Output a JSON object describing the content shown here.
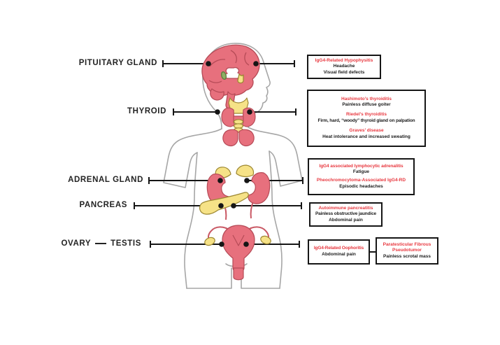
{
  "palette": {
    "red_text": "#E8383F",
    "ink": "#1b1b1b",
    "body_outline": "#A6A6A6",
    "organ_red": "#E7707D",
    "organ_red_stroke": "#B64B57",
    "organ_yellow": "#F6E287",
    "organ_yellow_stroke": "#9D8833",
    "pituitary_green": "#8FAE63",
    "connector_black": "#151515"
  },
  "left_labels": {
    "pituitary": "PITUITARY GLAND",
    "thyroid": "THYROID",
    "adrenal": "ADRENAL GLAND",
    "pancreas": "PANCREAS",
    "ovary": "OVARY",
    "testis": "TESTIS"
  },
  "boxes": {
    "pituitary": {
      "entries": [
        {
          "title": "IgG4-Related Hypophysitis",
          "lines": [
            "Headache",
            "Visual field defects"
          ]
        }
      ]
    },
    "thyroid": {
      "entries": [
        {
          "title": "Hashimoto’s thyroiditis",
          "lines": [
            "Painless diffuse goiter"
          ]
        },
        {
          "title": "Riedel’s thyroiditis",
          "lines": [
            "Firm, hard, “woody” thyroid gland on palpation"
          ]
        },
        {
          "title": "Graves’ disease",
          "lines": [
            "Heat intolerance and increased sweating"
          ]
        }
      ]
    },
    "adrenal": {
      "entries": [
        {
          "title": "IgG4 associated lymphocytic adrenalitis",
          "lines": [
            "Fatigue"
          ]
        },
        {
          "title": "Pheochromocytoma-Associated IgG4-RD",
          "lines": [
            "Episodic headaches"
          ]
        }
      ]
    },
    "pancreas": {
      "entries": [
        {
          "title": "Autoimmune pancreatitis",
          "lines": [
            "Painless obstructive jaundice",
            "Abdominal pain"
          ]
        }
      ]
    },
    "ovary": {
      "entries": [
        {
          "title": "IgG4-Related Oophoritis",
          "lines": [
            "Abdominal pain"
          ]
        }
      ]
    },
    "testis": {
      "entries": [
        {
          "title": "Paratesticular Fibrous Pseudotumor",
          "lines": [
            "Painless scrotal mass"
          ]
        }
      ]
    }
  }
}
